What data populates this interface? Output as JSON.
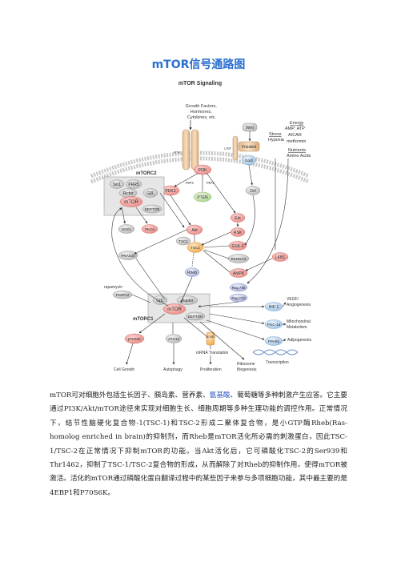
{
  "page": {
    "title": "mTOR信号通路图"
  },
  "diagram": {
    "title": "mTOR Signaling",
    "inputs": {
      "growth_factors": [
        "Growth Factors,",
        "Hormones,",
        "Cytokines, etc."
      ],
      "energy": "Energy",
      "amp_atp": "AMP: ATP",
      "aicar": "AICAR",
      "metformin": "metformin",
      "stress": "Stress",
      "hypoxia": "Hypoxia",
      "nutrients": "Nutrients",
      "amino_acids": "Amino Acids"
    },
    "receptor_label": "RTK",
    "lrp_label": "LRP",
    "nodes": {
      "wnt": "Wnt",
      "frizzled": "Frizzled",
      "gbeta": "Gα/β",
      "pi3k": "PI3K",
      "pip3": "PIP3",
      "pip2": "PIP2",
      "pdk1": "PDK1",
      "pten": "PTEN",
      "dvl": "Dvl",
      "erk": "Erk",
      "rsk": "RSK",
      "gsk3": "GSK-3",
      "redd": "REDD1/2",
      "lkb1": "LKB1",
      "ampk": "AMPK",
      "akt": "Akt",
      "tsc1": "TSC1",
      "tsc2": "TSC2",
      "rheb": "Rheb",
      "rag_ab": "Rag A/B",
      "rag_cd": "Rag C/D",
      "sgk1": "SGK1",
      "pkca": "PKCα",
      "pras40": "PRAS40",
      "rapamycin": "rapamycin",
      "fkbp12": "FKBP12",
      "hif1": "HIF-1",
      "pgc1": "PGC-1α",
      "ppar": "PPARγ",
      "p70s6k": "p70S6K",
      "atg13": "ATG13",
      "ebp1": "4E-BP1"
    },
    "mtorc2": {
      "label": "mTORC2",
      "sin1": "Sin1",
      "protor": "PRR5",
      "rictor": "Rictor",
      "gbl": "GβL",
      "mtor": "mTOR",
      "deptor": "DEPTOR"
    },
    "mtorc1": {
      "label": "mTORC1",
      "gbl": "GβL",
      "raptor": "Raptor",
      "mtor": "mTOR",
      "deptor": "DEPTOR"
    },
    "outputs": {
      "vegf": [
        "VEGF/",
        "Angiogenesis"
      ],
      "mito": [
        "Mitochondrial",
        "Metabolism"
      ],
      "adipo": "Adipogenesis",
      "transcription": "Transcription",
      "cell_growth": "Cell Growth",
      "autophagy": "Autophagy",
      "mrna": "mRNA Translation",
      "proliferation": "Proliferation",
      "ribosome": [
        "Ribosome",
        "Biogenesis"
      ]
    }
  },
  "body": {
    "p1_a": "mTOR可对细胞外包括生长因子、胰岛素、营养素、",
    "p1_link": "氨基酸",
    "p1_b": "、葡萄糖等多种刺激产生应答。它主要通过PI3K/Akt/mTOR途径来实现对细胞生长、细胞周期等多种生理功能的调控作用。正常情况下，结节性脑硬化复合物-1(TSC-1)和TSC-2形成二聚体复合物，是小GTP酶Rheb(Ras-homolog enriched in brain)的抑制剂，而Rheb是mTOR活化所必需的刺激蛋白，因此TSC-1/TSC-2在正常情况下抑制mTOR的功能。当Akt活化后，它可磷酸化TSC-2的Ser939和Thr1462，抑制了TSC-1/TSC-2复合物的形成，从而解除了对Rheb的抑制作用，使得mTOR被激活。活化的mTOR通过磷酸化蛋白翻译过程中的某些因子来参与多项细胞功能，其中最主要的是4EBP1和P70S6K。"
  }
}
